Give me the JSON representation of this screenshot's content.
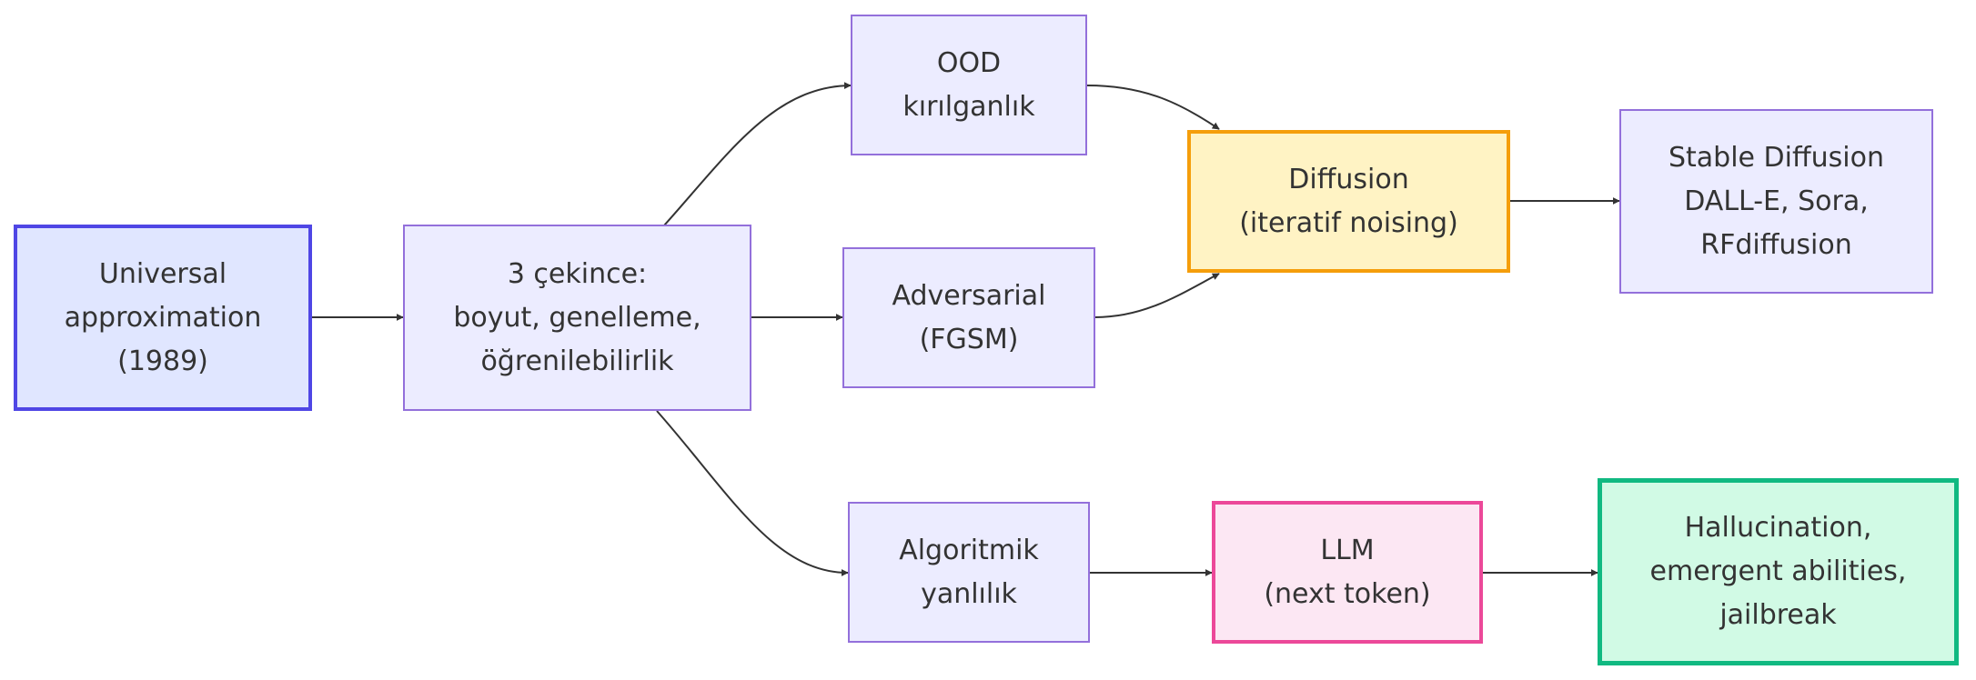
{
  "nodes": {
    "universal": "Universal\napproximation\n(1989)",
    "cekince": "3 çekince:\nboyut, genelleme,\nöğrenilebilirlik",
    "ood": "OOD\nkırılganlık",
    "adversarial": "Adversarial\n(FGSM)",
    "algoritmik": "Algoritmik\nyanlılık",
    "diffusion": "Diffusion\n(iteratif noising)",
    "stable": "Stable Diffusion\nDALL-E, Sora,\nRFdiffusion",
    "llm": "LLM\n(next token)",
    "hallucination": "Hallucination,\nemergent abilities,\njailbreak"
  },
  "edges": [
    {
      "from": "universal",
      "to": "cekince"
    },
    {
      "from": "cekince",
      "to": "ood"
    },
    {
      "from": "cekince",
      "to": "adversarial"
    },
    {
      "from": "cekince",
      "to": "algoritmik"
    },
    {
      "from": "ood",
      "to": "diffusion"
    },
    {
      "from": "adversarial",
      "to": "diffusion"
    },
    {
      "from": "diffusion",
      "to": "stable"
    },
    {
      "from": "algoritmik",
      "to": "llm"
    },
    {
      "from": "llm",
      "to": "hallucination"
    }
  ],
  "colors": {
    "edge": "#333333",
    "default_fill": "#ECECFF",
    "default_stroke": "#9370DB",
    "start_fill": "#E0E6FF",
    "start_stroke": "#4F46E5",
    "diffusion_fill": "#FFF3C4",
    "diffusion_stroke": "#F59E0B",
    "llm_fill": "#FCE7F3",
    "llm_stroke": "#EC4899",
    "hallucination_fill": "#D1FAE5",
    "hallucination_stroke": "#10B981"
  }
}
